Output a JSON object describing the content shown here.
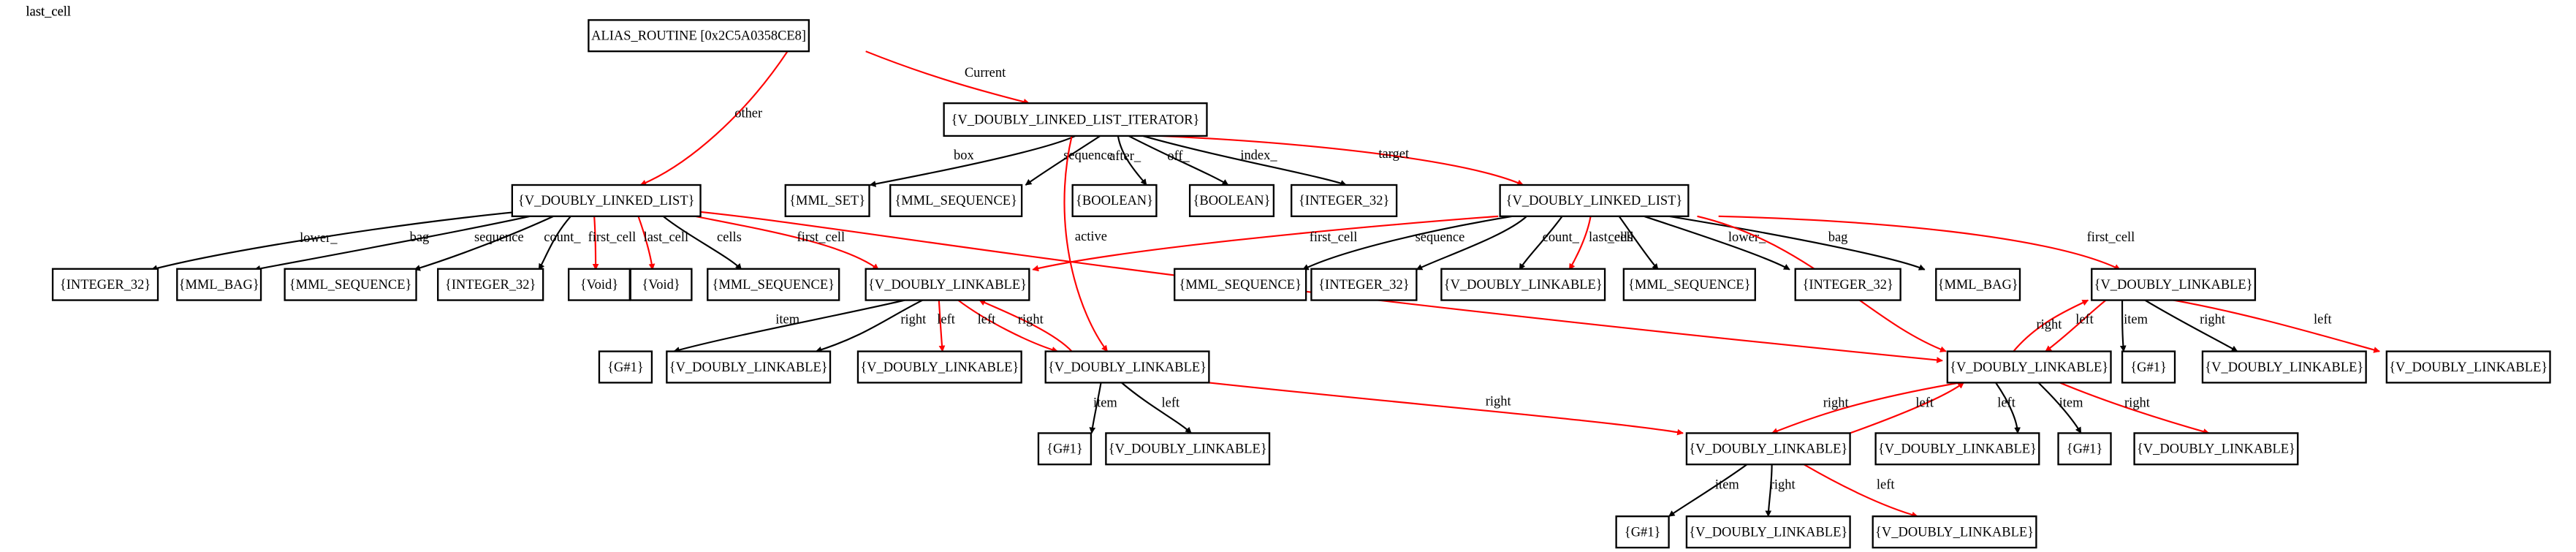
{
  "colors": {
    "black_edge": "#000000",
    "red_edge": "#ff0000",
    "purple_border": "#a020f0",
    "blue_border": "#0000ff",
    "default_border": "#000000"
  },
  "nodes": [
    {
      "id": "alias_routine",
      "label": "ALIAS_ROUTINE [0x2C5A0358CE8]",
      "border": "purple_border"
    },
    {
      "id": "iterator",
      "label": "{V_DOUBLY_LINKED_LIST_ITERATOR}",
      "border": "blue_border"
    },
    {
      "id": "list_a",
      "label": "{V_DOUBLY_LINKED_LIST}",
      "border": "blue_border"
    },
    {
      "id": "mml_set",
      "label": "{MML_SET}"
    },
    {
      "id": "mml_seq_it",
      "label": "{MML_SEQUENCE}"
    },
    {
      "id": "bool_1",
      "label": "{BOOLEAN}"
    },
    {
      "id": "bool_2",
      "label": "{BOOLEAN}"
    },
    {
      "id": "int_it",
      "label": "{INTEGER_32}"
    },
    {
      "id": "list_b",
      "label": "{V_DOUBLY_LINKED_LIST}"
    },
    {
      "id": "int_a1",
      "label": "{INTEGER_32}"
    },
    {
      "id": "mml_bag_a",
      "label": "{MML_BAG}"
    },
    {
      "id": "mml_seq_a1",
      "label": "{MML_SEQUENCE}"
    },
    {
      "id": "int_a2",
      "label": "{INTEGER_32}"
    },
    {
      "id": "void_1",
      "label": "{Void}"
    },
    {
      "id": "void_2",
      "label": "{Void}"
    },
    {
      "id": "mml_seq_a2",
      "label": "{MML_SEQUENCE}"
    },
    {
      "id": "link_a",
      "label": "{V_DOUBLY_LINKABLE}"
    },
    {
      "id": "mml_seq_b1",
      "label": "{MML_SEQUENCE}"
    },
    {
      "id": "int_b1",
      "label": "{INTEGER_32}"
    },
    {
      "id": "link_b_lc",
      "label": "{V_DOUBLY_LINKABLE}"
    },
    {
      "id": "mml_seq_b2",
      "label": "{MML_SEQUENCE}"
    },
    {
      "id": "int_b2",
      "label": "{INTEGER_32}"
    },
    {
      "id": "mml_bag_b",
      "label": "{MML_BAG}"
    },
    {
      "id": "link_f",
      "label": "{V_DOUBLY_LINKABLE}"
    },
    {
      "id": "g_a",
      "label": "{G#1}"
    },
    {
      "id": "link_a_r",
      "label": "{V_DOUBLY_LINKABLE}"
    },
    {
      "id": "link_a_l",
      "label": "{V_DOUBLY_LINKABLE}"
    },
    {
      "id": "link_c",
      "label": "{V_DOUBLY_LINKABLE}"
    },
    {
      "id": "link_d",
      "label": "{V_DOUBLY_LINKABLE}"
    },
    {
      "id": "g_f",
      "label": "{G#1}"
    },
    {
      "id": "link_f_r",
      "label": "{V_DOUBLY_LINKABLE}"
    },
    {
      "id": "link_f_l",
      "label": "{V_DOUBLY_LINKABLE}"
    },
    {
      "id": "g_c",
      "label": "{G#1}"
    },
    {
      "id": "link_c_l",
      "label": "{V_DOUBLY_LINKABLE}"
    },
    {
      "id": "link_e",
      "label": "{V_DOUBLY_LINKABLE}"
    },
    {
      "id": "link_d_l",
      "label": "{V_DOUBLY_LINKABLE}"
    },
    {
      "id": "g_d",
      "label": "{G#1}"
    },
    {
      "id": "link_d_r",
      "label": "{V_DOUBLY_LINKABLE}"
    },
    {
      "id": "g_e",
      "label": "{G#1}"
    },
    {
      "id": "link_e_r",
      "label": "{V_DOUBLY_LINKABLE}"
    },
    {
      "id": "link_e_l",
      "label": "{V_DOUBLY_LINKABLE}"
    }
  ],
  "edges": [
    {
      "id": "e1",
      "from": "alias_routine",
      "to": "list_a",
      "label": "other",
      "color": "red_edge"
    },
    {
      "id": "e2",
      "from": "alias_routine",
      "to": "iterator",
      "label": "Current",
      "color": "red_edge"
    },
    {
      "id": "e3",
      "from": "iterator",
      "to": "mml_set",
      "label": "box",
      "color": "black_edge"
    },
    {
      "id": "e4",
      "from": "iterator",
      "to": "mml_seq_it",
      "label": "sequence",
      "color": "black_edge"
    },
    {
      "id": "e5",
      "from": "iterator",
      "to": "bool_1",
      "label": "after_",
      "color": "black_edge"
    },
    {
      "id": "e6",
      "from": "iterator",
      "to": "bool_2",
      "label": "off_",
      "color": "black_edge"
    },
    {
      "id": "e7",
      "from": "iterator",
      "to": "int_it",
      "label": "index_",
      "color": "black_edge"
    },
    {
      "id": "e8",
      "from": "iterator",
      "to": "list_b",
      "label": "target",
      "color": "red_edge"
    },
    {
      "id": "e9",
      "from": "iterator",
      "to": "link_c",
      "label": "active",
      "color": "red_edge"
    },
    {
      "id": "e10",
      "from": "list_a",
      "to": "int_a1",
      "label": "lower_",
      "color": "black_edge"
    },
    {
      "id": "e11",
      "from": "list_a",
      "to": "mml_bag_a",
      "label": "bag",
      "color": "black_edge"
    },
    {
      "id": "e12",
      "from": "list_a",
      "to": "mml_seq_a1",
      "label": "sequence",
      "color": "black_edge"
    },
    {
      "id": "e13",
      "from": "list_a",
      "to": "int_a2",
      "label": "count_",
      "color": "black_edge"
    },
    {
      "id": "e14",
      "from": "list_a",
      "to": "void_1",
      "label": "first_cell",
      "color": "red_edge"
    },
    {
      "id": "e15",
      "from": "list_a",
      "to": "void_2",
      "label": "last_cell",
      "color": "red_edge"
    },
    {
      "id": "e16",
      "from": "list_a",
      "to": "mml_seq_a2",
      "label": "cells",
      "color": "black_edge"
    },
    {
      "id": "e17",
      "from": "list_a",
      "to": "link_a",
      "label": "first_cell",
      "color": "red_edge"
    },
    {
      "id": "e18",
      "from": "list_a",
      "to": "link_d",
      "label": "last_cell",
      "color": "red_edge"
    },
    {
      "id": "e19",
      "from": "list_b",
      "to": "link_a",
      "label": "",
      "color": "red_edge"
    },
    {
      "id": "e20",
      "from": "list_b",
      "to": "mml_seq_b1",
      "label": "first_cell",
      "color": "black_edge"
    },
    {
      "id": "e21",
      "from": "list_b",
      "to": "int_b1",
      "label": "sequence",
      "color": "black_edge"
    },
    {
      "id": "e22",
      "from": "list_b",
      "to": "link_b_lc",
      "label": "count_",
      "color": "black_edge"
    },
    {
      "id": "e23",
      "from": "list_b",
      "to": "link_b_lc",
      "label": "last_cell",
      "color": "red_edge"
    },
    {
      "id": "e24",
      "from": "list_b",
      "to": "mml_seq_b2",
      "label": "cells",
      "color": "black_edge"
    },
    {
      "id": "e25",
      "from": "list_b",
      "to": "int_b2",
      "label": "lower_",
      "color": "black_edge"
    },
    {
      "id": "e26",
      "from": "list_b",
      "to": "mml_bag_b",
      "label": "bag",
      "color": "black_edge"
    },
    {
      "id": "e27",
      "from": "list_b",
      "to": "link_f",
      "label": "first_cell",
      "color": "red_edge"
    },
    {
      "id": "e28",
      "from": "list_b",
      "to": "link_d",
      "label": "last_cell",
      "color": "red_edge"
    },
    {
      "id": "e29",
      "from": "link_a",
      "to": "g_a",
      "label": "item",
      "color": "black_edge"
    },
    {
      "id": "e30",
      "from": "link_a",
      "to": "link_a_r",
      "label": "right",
      "color": "black_edge"
    },
    {
      "id": "e31",
      "from": "link_a",
      "to": "link_a_l",
      "label": "left",
      "color": "red_edge"
    },
    {
      "id": "e32",
      "from": "link_a",
      "to": "link_c",
      "label": "left",
      "color": "red_edge"
    },
    {
      "id": "e33",
      "from": "link_c",
      "to": "link_a",
      "label": "right",
      "color": "red_edge"
    },
    {
      "id": "e34",
      "from": "link_c",
      "to": "g_c",
      "label": "item",
      "color": "black_edge"
    },
    {
      "id": "e35",
      "from": "link_c",
      "to": "link_c_l",
      "label": "left",
      "color": "black_edge"
    },
    {
      "id": "e36",
      "from": "link_c",
      "to": "link_e",
      "label": "right",
      "color": "red_edge"
    },
    {
      "id": "e37",
      "from": "link_d",
      "to": "link_f",
      "label": "right",
      "color": "red_edge"
    },
    {
      "id": "e38",
      "from": "link_f",
      "to": "link_d",
      "label": "left",
      "color": "red_edge"
    },
    {
      "id": "e39",
      "from": "link_f",
      "to": "g_f",
      "label": "item",
      "color": "black_edge"
    },
    {
      "id": "e40",
      "from": "link_f",
      "to": "link_f_r",
      "label": "right",
      "color": "black_edge"
    },
    {
      "id": "e41",
      "from": "link_f",
      "to": "link_f_l",
      "label": "left",
      "color": "red_edge"
    },
    {
      "id": "e42",
      "from": "link_d",
      "to": "link_e",
      "label": "right",
      "color": "red_edge"
    },
    {
      "id": "e43",
      "from": "link_e",
      "to": "link_d",
      "label": "left",
      "color": "red_edge"
    },
    {
      "id": "e44",
      "from": "link_d",
      "to": "link_d_l",
      "label": "left",
      "color": "black_edge"
    },
    {
      "id": "e45",
      "from": "link_d",
      "to": "g_d",
      "label": "item",
      "color": "black_edge"
    },
    {
      "id": "e46",
      "from": "link_d",
      "to": "link_d_r",
      "label": "right",
      "color": "red_edge"
    },
    {
      "id": "e47",
      "from": "link_e",
      "to": "g_e",
      "label": "item",
      "color": "black_edge"
    },
    {
      "id": "e48",
      "from": "link_e",
      "to": "link_e_r",
      "label": "right",
      "color": "black_edge"
    },
    {
      "id": "e49",
      "from": "link_e",
      "to": "link_e_l",
      "label": "left",
      "color": "red_edge"
    }
  ]
}
